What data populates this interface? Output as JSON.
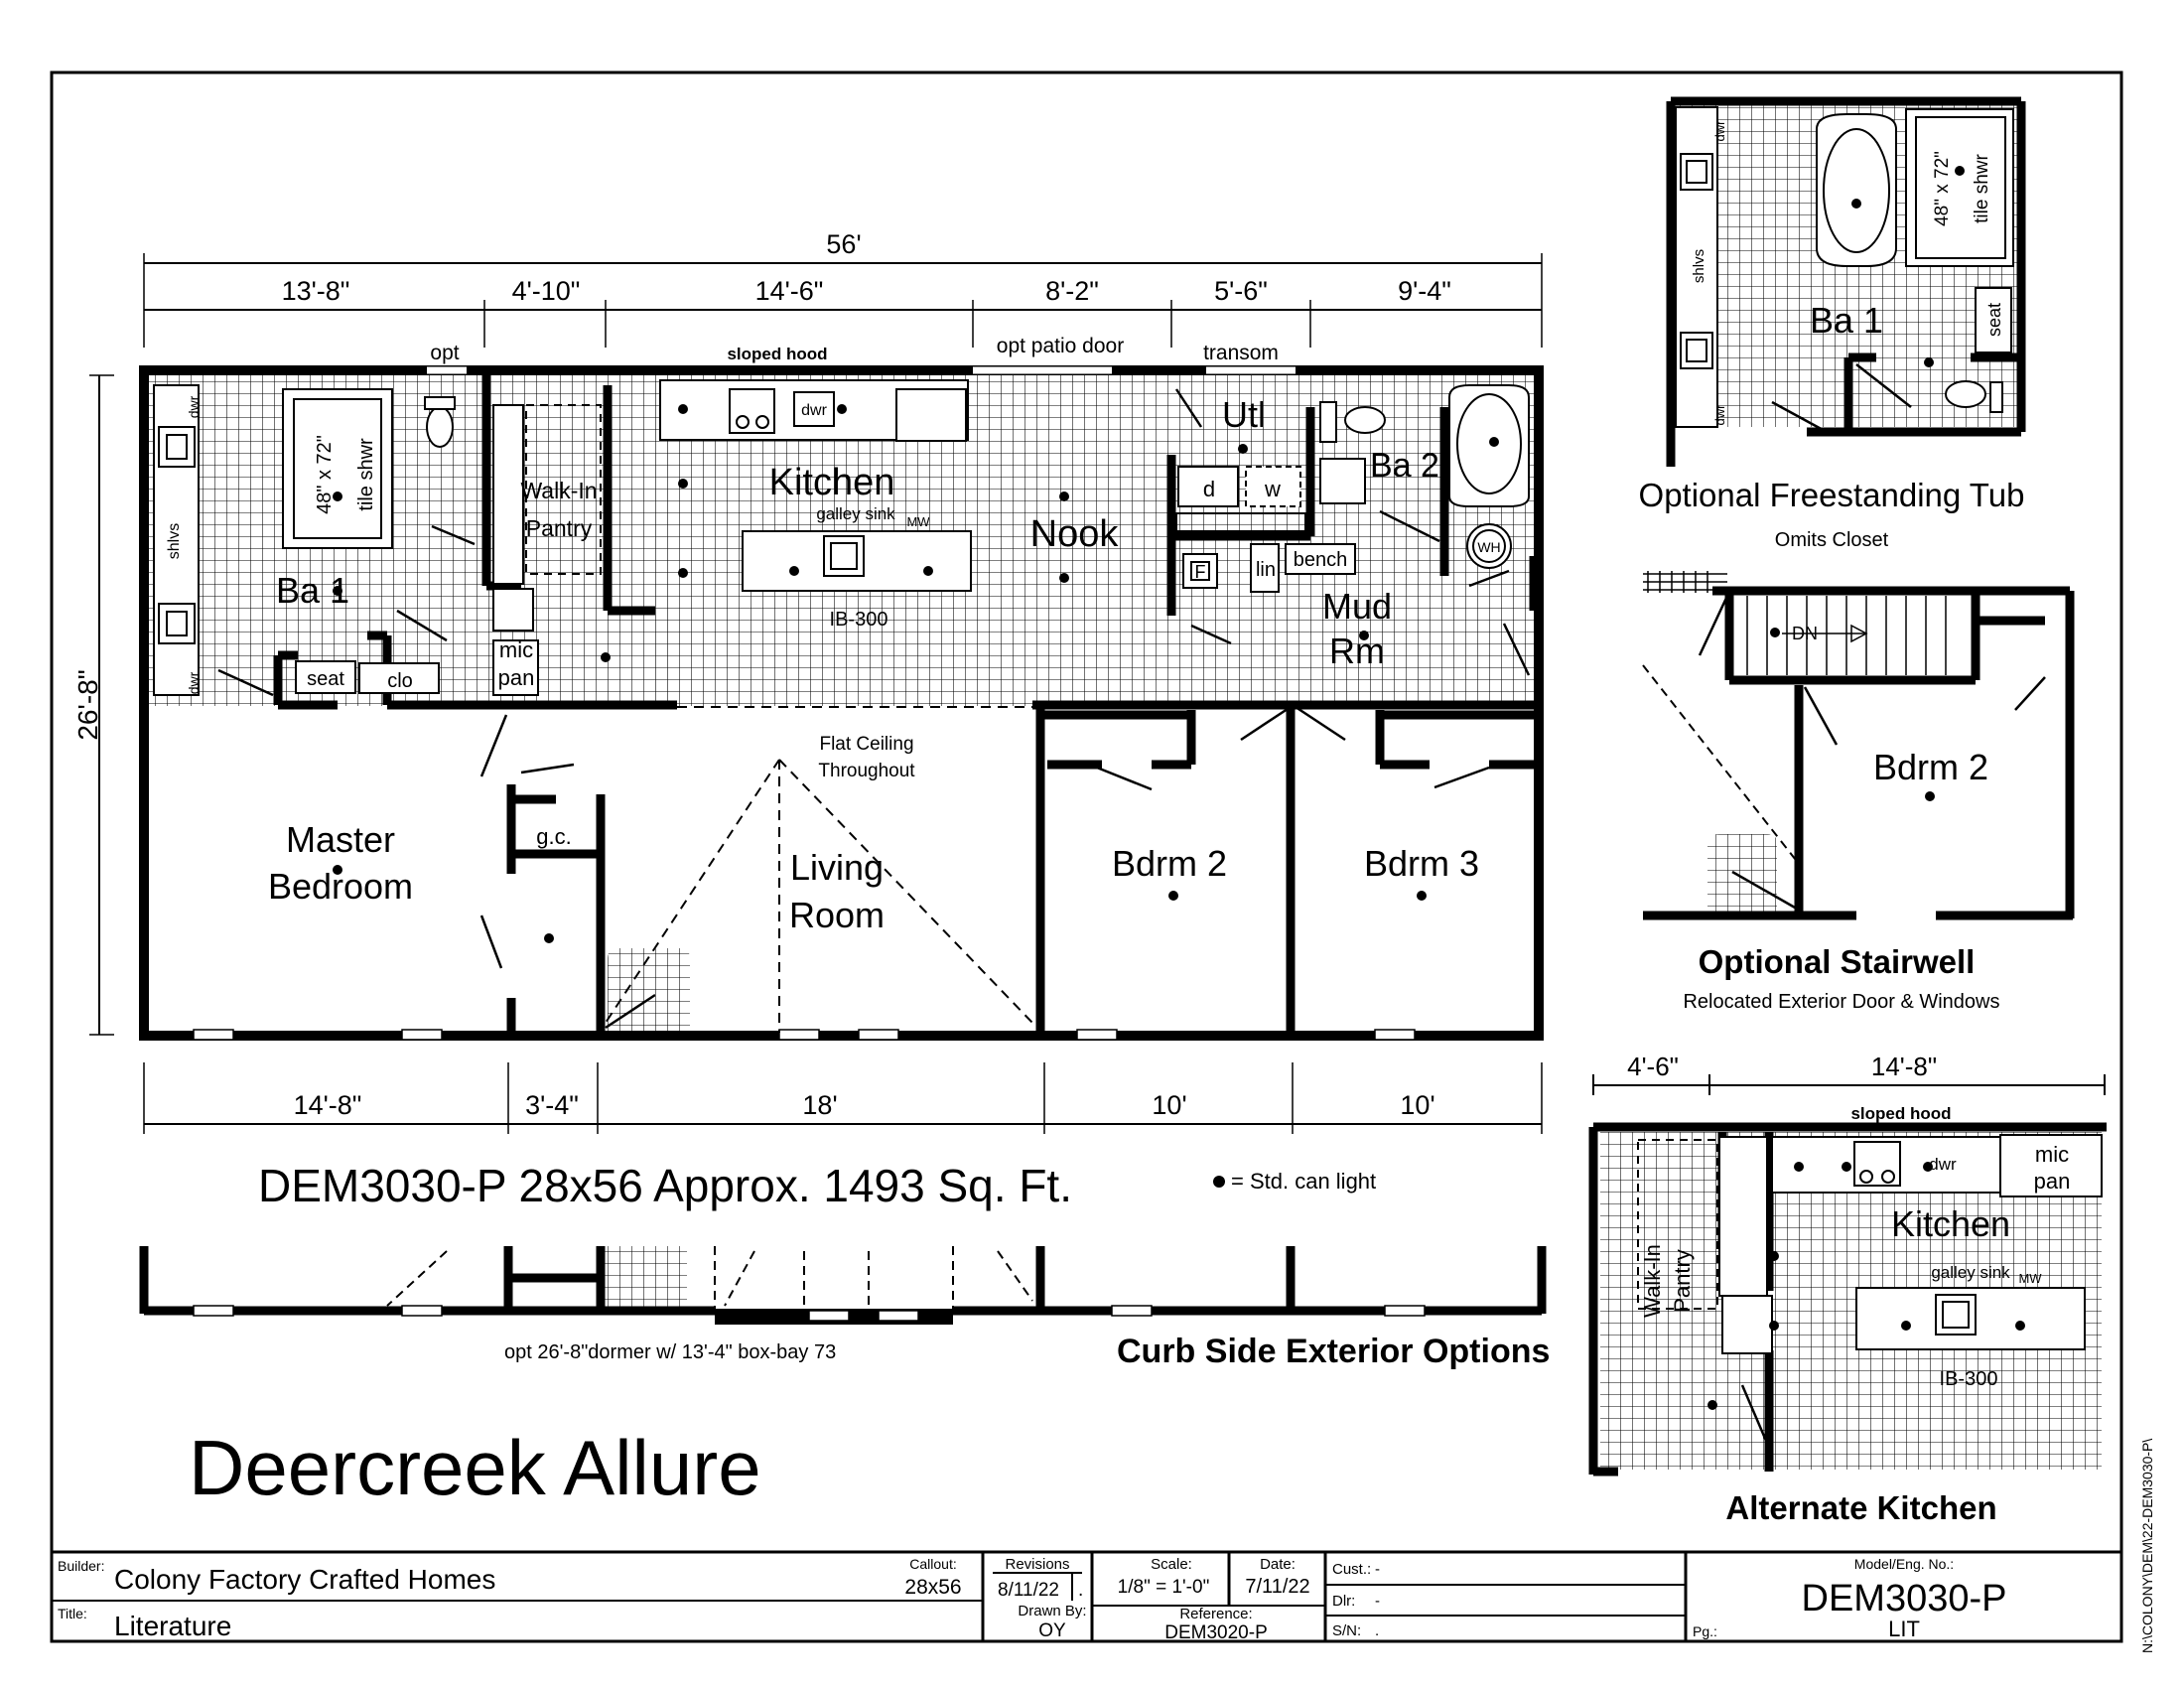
{
  "plan": {
    "overall_dim": "56'",
    "top_dims": [
      "13'-8\"",
      "4'-10\"",
      "14'-6\"",
      "8'-2\"",
      "5'-6\"",
      "9'-4\""
    ],
    "bottom_dims": [
      "14'-8\"",
      "3'-4\"",
      "18'",
      "10'",
      "10'"
    ],
    "side_dim": "26'-8\"",
    "notes": {
      "opt": "opt",
      "sloped_hood": "sloped hood",
      "opt_patio_door": "opt patio door",
      "transom": "transom",
      "flat_ceiling_1": "Flat Ceiling",
      "flat_ceiling_2": "Throughout",
      "galley_sink": "galley sink",
      "mw": "MW",
      "island": "IB-300"
    },
    "rooms": {
      "ba1": "Ba 1",
      "tile_shwr_1": "48\" x 72\"",
      "tile_shwr_2": "tile shwr",
      "shlvs": "shlvs",
      "dwr_a": "dwr",
      "dwr_b": "dwr",
      "seat": "seat",
      "clo": "clo",
      "walkin_1": "Walk-In",
      "walkin_2": "Pantry",
      "mic_1": "mic",
      "mic_2": "pan",
      "kitchen": "Kitchen",
      "dwr_k": "dwr",
      "nook": "Nook",
      "utl": "Utl",
      "d": "d",
      "w": "w",
      "f": "F",
      "lin": "lin",
      "bench": "bench",
      "ba2": "Ba 2",
      "wh": "WH",
      "mud_1": "Mud",
      "mud_2": "Rm",
      "master_1": "Master",
      "master_2": "Bedroom",
      "gc": "g.c.",
      "living_1": "Living",
      "living_2": "Room",
      "bdrm2": "Bdrm 2",
      "bdrm3": "Bdrm 3"
    }
  },
  "model_line": "DEM3030-P 28x56  Approx. 1493 Sq. Ft.",
  "legend_text": "= Std. can light",
  "dormer_note": "opt 26'-8\"dormer w/ 13'-4\" box-bay 73",
  "curb_title": "Curb Side Exterior Options",
  "series_name": "Deercreek Allure",
  "option_tub": {
    "title": "Optional Freestanding Tub",
    "subtitle": "Omits Closet",
    "ba1": "Ba 1",
    "dwr_a": "dwr",
    "dwr_b": "dwr",
    "shlvs": "shlvs",
    "seat": "seat",
    "shwr_1": "48\" x 72\"",
    "shwr_2": "tile shwr"
  },
  "option_stair": {
    "title": "Optional Stairwell",
    "subtitle": "Relocated Exterior Door & Windows",
    "dn": "DN",
    "bdrm2": "Bdrm 2"
  },
  "option_kitchen": {
    "title": "Alternate Kitchen",
    "dim_a": "4'-6\"",
    "dim_b": "14'-8\"",
    "sloped_hood": "sloped hood",
    "dwr": "dwr",
    "mic_1": "mic",
    "mic_2": "pan",
    "kitchen": "Kitchen",
    "galley_sink": "galley sink",
    "mw": "MW",
    "island": "IB-300",
    "walkin_1": "Walk-In",
    "walkin_2": "Pantry"
  },
  "title_block": {
    "builder_label": "Builder:",
    "builder_value": "Colony Factory Crafted Homes",
    "title_label": "Title:",
    "title_value": "Literature",
    "callout_label": "Callout:",
    "callout_value": "28x56",
    "revisions_label": "Revisions",
    "revisions_value": "8/11/22",
    "revisions_mark": ".",
    "scale_label": "Scale:",
    "scale_value": "1/8\" = 1'-0\"",
    "date_label": "Date:",
    "date_value": "7/11/22",
    "drawn_label": "Drawn By:",
    "drawn_value": "OY",
    "reference_label": "Reference:",
    "reference_value": "DEM3020-P",
    "cust_label": "Cust.:",
    "cust_value": "-",
    "dlr_label": "Dlr:",
    "dlr_value": "-",
    "sn_label": "S/N:",
    "sn_value": ".",
    "pg_label": "Pg.:",
    "model_label": "Model/Eng. No.:",
    "model_value": "DEM3030-P",
    "lit_value": "LIT"
  },
  "file_path": "N:\\COLONY\\DEM\\22-DEM3030-P\\"
}
